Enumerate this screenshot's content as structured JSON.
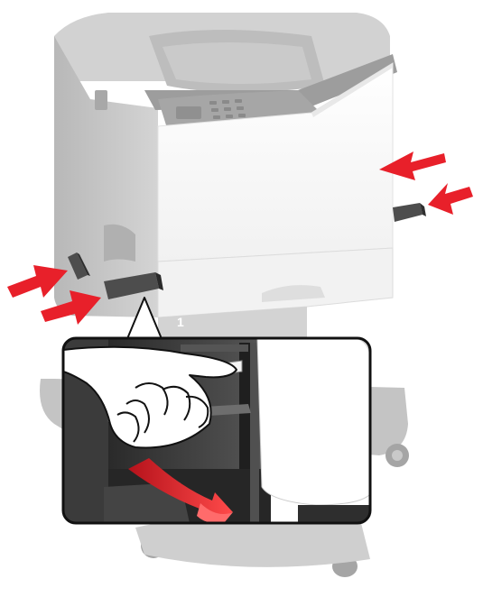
{
  "figure": {
    "tray_number": "1",
    "colors": {
      "printer_body": "#c9c9c9",
      "printer_front": "#ffffff",
      "panel": "#a9a9a9",
      "dark_cabinet": "#3a3a3a",
      "accent_arrow": "#e8202a",
      "inset_border": "#111111"
    },
    "icons": [
      "printer",
      "arrow-left",
      "arrow-right",
      "hand",
      "curved-arrow",
      "cap-part"
    ]
  }
}
